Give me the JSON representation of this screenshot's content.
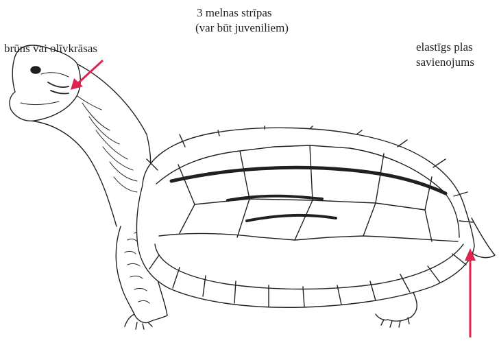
{
  "labels": {
    "head_color": "brūns vai olīvkrāsas",
    "stripes_line1": "3 melnas strīpas",
    "stripes_line2": "(var būt juveniliem)",
    "hinge_line1": "elastīgs plas",
    "hinge_line2": "savienojums"
  },
  "colors": {
    "arrow": "#e0234e",
    "ink": "#231f20"
  },
  "icons": [
    "arrow-icon",
    "turtle-illustration"
  ]
}
